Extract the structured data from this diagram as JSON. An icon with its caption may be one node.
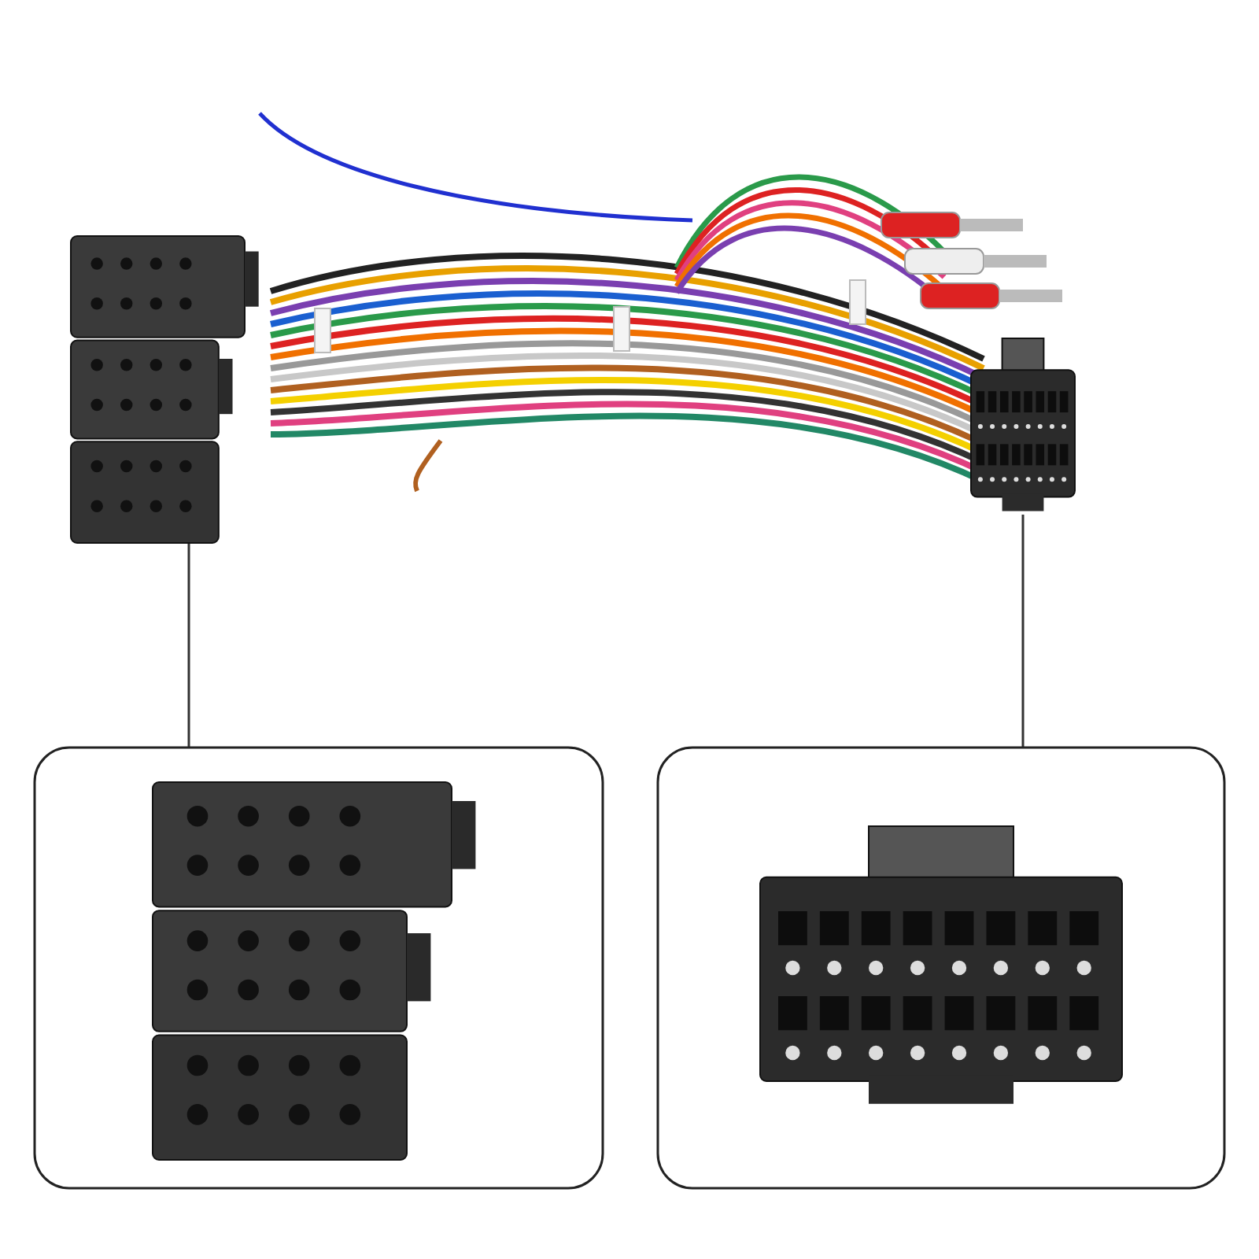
{
  "diagram": {
    "nodes": [
      {
        "text": [],
        "shape": "picture"
      },
      {
        "text": [],
        "shape": "picture"
      },
      {
        "text": [],
        "shape": "picture"
      },
      {
        "text": [],
        "shape": "picture"
      }
    ],
    "edges": [
      {
        "from": 0,
        "to": 2,
        "arrow": "none"
      },
      {
        "from": 1,
        "to": 3,
        "arrow": "none"
      }
    ]
  }
}
